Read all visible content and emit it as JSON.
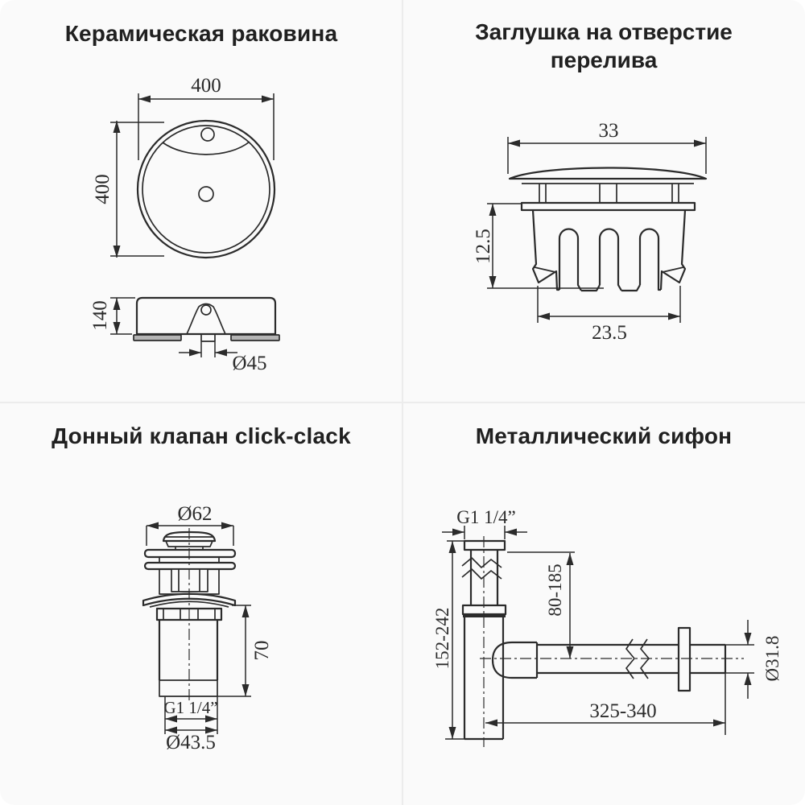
{
  "theme": {
    "background": "#fafafa",
    "line": "#2b2b2b",
    "title": "#202020",
    "gray_fill": "#b4b4b4",
    "divider": "#ececec"
  },
  "sink": {
    "title": "Керамическая раковина",
    "dims": {
      "width": "400",
      "depth": "400",
      "height": "140",
      "drain_diameter": "Ø45"
    }
  },
  "plug": {
    "title_line1": "Заглушка на отверстие",
    "title_line2": "перелива",
    "dims": {
      "cap_diameter": "33",
      "clip_height": "12.5",
      "clip_diameter": "23.5"
    }
  },
  "valve": {
    "title": "Донный клапан click-clack",
    "dims": {
      "cap_diameter": "Ø62",
      "body_height": "70",
      "thread": "G1 1/4”",
      "thread_diameter": "Ø43.5"
    }
  },
  "siphon": {
    "title": "Металлический сифон",
    "dims": {
      "inlet_thread": "G1 1/4”",
      "inlet_depth": "80-185",
      "height": "152-242",
      "outlet_length": "325-340",
      "outlet_diameter": "Ø31.8"
    }
  }
}
